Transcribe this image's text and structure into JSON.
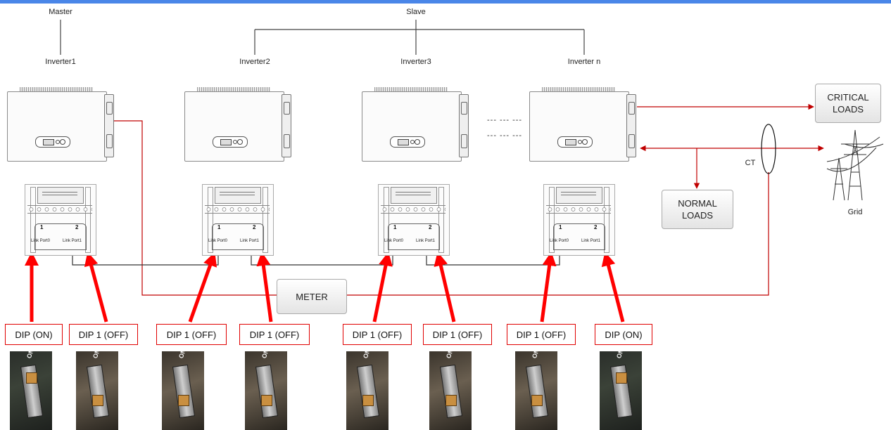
{
  "hierarchy": {
    "master": "Master",
    "slave": "Slave"
  },
  "inverters": [
    {
      "label": "Inverter1"
    },
    {
      "label": "Inverter2"
    },
    {
      "label": "Inverter3"
    },
    {
      "label": "Inverter n"
    }
  ],
  "port_board": {
    "port1_num": "1",
    "port2_num": "2",
    "port0_label": "Link Port0",
    "port1_label": "Link Port1"
  },
  "ellipsis": "--- --- ---",
  "loads": {
    "critical": "CRITICAL\nLOADS",
    "normal": "NORMAL\nLOADS"
  },
  "ct_label": "CT",
  "grid_label": "Grid",
  "meter_label": "METER",
  "dip_labels": [
    "DIP (ON)",
    "DIP 1 (OFF)",
    "DIP 1 (OFF)",
    "DIP 1 (OFF)",
    "DIP 1 (OFF)",
    "DIP 1 (OFF)",
    "DIP 1 (OFF)",
    "DIP (ON)"
  ],
  "dip_photos": [
    {
      "state": "ON",
      "text": "ON"
    },
    {
      "state": "OFF",
      "text": "ON"
    },
    {
      "state": "OFF",
      "text": "ON"
    },
    {
      "state": "OFF",
      "text": "ON"
    },
    {
      "state": "OFF",
      "text": "ON"
    },
    {
      "state": "OFF",
      "text": "ON"
    },
    {
      "state": "OFF",
      "text": "ON"
    },
    {
      "state": "ON",
      "text": "ON"
    }
  ],
  "colors": {
    "wire": "#c00000",
    "arrow": "#ff0000",
    "link": "#333333",
    "accent": "#4a86e8"
  }
}
